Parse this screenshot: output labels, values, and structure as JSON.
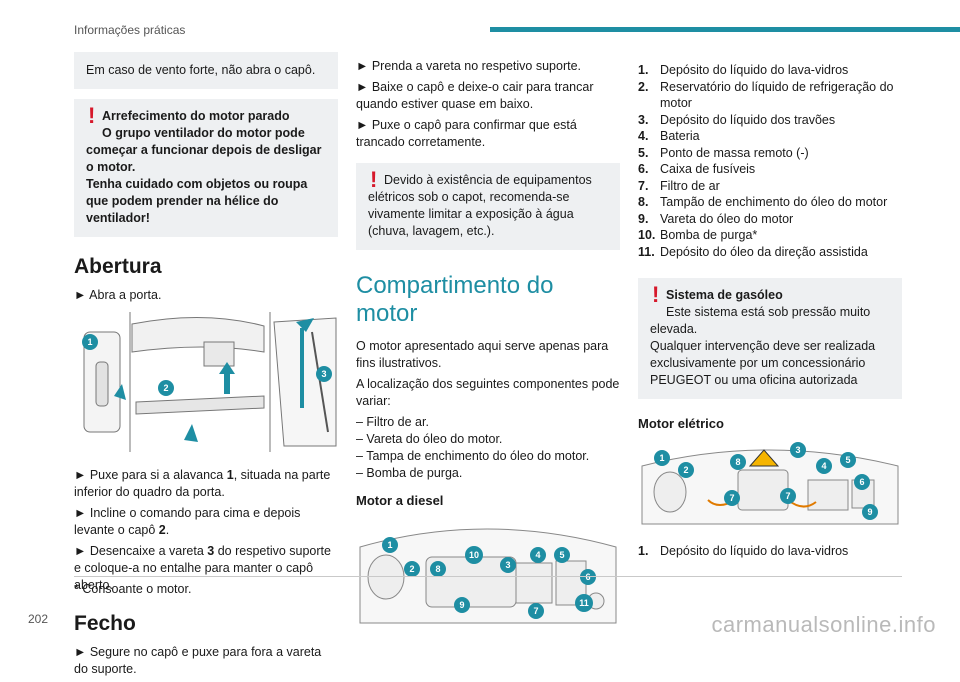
{
  "header": {
    "title": "Informações práticas"
  },
  "col1": {
    "info_box": "Em caso de vento forte, não abra o capô.",
    "warn1_title": "Arrefecimento do motor parado",
    "warn1_body": "O grupo ventilador do motor pode começar a funcionar depois de desligar o motor.",
    "warn1_body2": "Tenha cuidado com objetos ou roupa que podem prender na hélice do ventilador!",
    "abertura_heading": "Abertura",
    "step_open_door": "► Abra a porta.",
    "illus_labels": [
      "1",
      "2",
      "3"
    ],
    "step_pull_lever_a": "► Puxe para si a alavanca ",
    "step_pull_lever_b": "1",
    "step_pull_lever_c": ", situada na parte inferior do quadro da porta.",
    "step_tilt_a": "► Incline o comando para cima e depois levante o capô ",
    "step_tilt_b": "2",
    "step_tilt_c": ".",
    "step_release_a": "► Desencaixe a vareta ",
    "step_release_b": "3",
    "step_release_c": " do respetivo suporte e coloque-a no entalhe para manter o capô aberto.",
    "fecho_heading": "Fecho",
    "step_hold_rod": "► Segure no capô e puxe para fora a vareta do suporte."
  },
  "col2": {
    "step_stow_rod": "► Prenda a vareta no respetivo suporte.",
    "step_lower": "► Baixe o capô e deixe-o cair para trancar quando estiver quase em baixo.",
    "step_check": "► Puxe o capô para confirmar que está trancado corretamente.",
    "warn_electrical": "Devido à existência de equipamentos elétricos sob o capot, recomenda-se vivamente limitar a exposição à água (chuva, lavagem, etc.).",
    "compartment_heading": "Compartimento do motor",
    "intro_1": "O motor apresentado aqui serve apenas para fins ilustrativos.",
    "intro_2": "A localização dos seguintes componentes pode variar:",
    "variants": [
      "– Filtro de ar.",
      "– Vareta do óleo do motor.",
      "– Tampa de enchimento do óleo do motor.",
      "– Bomba de purga."
    ],
    "diesel_heading": "Motor a diesel",
    "diesel_labels": [
      "1",
      "2",
      "8",
      "10",
      "3",
      "4",
      "5",
      "6",
      "9",
      "7",
      "11"
    ]
  },
  "col3": {
    "parts": [
      {
        "n": "1.",
        "label": "Depósito do líquido do lava-vidros"
      },
      {
        "n": "2.",
        "label": "Reservatório do líquido de refrigeração do motor"
      },
      {
        "n": "3.",
        "label": "Depósito do líquido dos travões"
      },
      {
        "n": "4.",
        "label": "Bateria"
      },
      {
        "n": "5.",
        "label": "Ponto de massa remoto (-)"
      },
      {
        "n": "6.",
        "label": "Caixa de fusíveis"
      },
      {
        "n": "7.",
        "label": "Filtro de ar"
      },
      {
        "n": "8.",
        "label": "Tampão de enchimento do óleo do motor"
      },
      {
        "n": "9.",
        "label": "Vareta do óleo do motor"
      },
      {
        "n": "10.",
        "label": "Bomba de purga*"
      },
      {
        "n": "11.",
        "label": "Depósito do óleo da direção assistida"
      }
    ],
    "diesel_warn_title": "Sistema de gasóleo",
    "diesel_warn_body": "Este sistema está sob pressão muito elevada.",
    "diesel_warn_body2": "Qualquer intervenção deve ser realizada exclusivamente por um concessionário PEUGEOT ou uma oficina autorizada",
    "electric_heading": "Motor elétrico",
    "electric_labels": [
      "1",
      "2",
      "8",
      "3",
      "4",
      "5",
      "6",
      "7",
      "7",
      "9"
    ],
    "electric_first_n": "1.",
    "electric_first_label": "Depósito do líquido do lava-vidros"
  },
  "footnote": "* Consoante o motor.",
  "page_number": "202",
  "watermark": "carmanualsonline.info",
  "colors": {
    "accent": "#1e8ea3",
    "warning": "#d6182b",
    "box_bg": "#eef0f2"
  }
}
